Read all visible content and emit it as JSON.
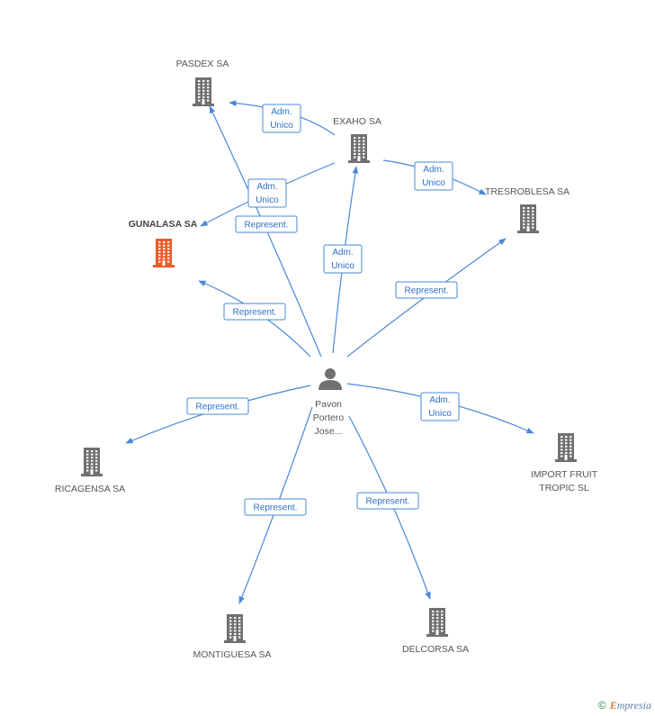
{
  "graph": {
    "person": {
      "name_lines": [
        "Pavon",
        "Portero",
        "Jose..."
      ],
      "icon": "person-icon"
    },
    "companies": [
      {
        "id": "pasdex",
        "label_lines": [
          "PASDEX SA"
        ],
        "icon": "building-icon",
        "focus": false
      },
      {
        "id": "exaho",
        "label_lines": [
          "EXAHO SA"
        ],
        "icon": "building-icon",
        "focus": false
      },
      {
        "id": "tresroblesa",
        "label_lines": [
          "TRESROBLESA SA"
        ],
        "icon": "building-icon",
        "focus": false
      },
      {
        "id": "gunalasa",
        "label_lines": [
          "GUNALASA SA"
        ],
        "icon": "building-icon",
        "focus": true
      },
      {
        "id": "import_fruit",
        "label_lines": [
          "IMPORT FRUIT",
          "TROPIC SL"
        ],
        "icon": "building-icon",
        "focus": false
      },
      {
        "id": "ricagensa",
        "label_lines": [
          "RICAGENSA SA"
        ],
        "icon": "building-icon",
        "focus": false
      },
      {
        "id": "montiguesa",
        "label_lines": [
          "MONTIGUESA SA"
        ],
        "icon": "building-icon",
        "focus": false
      },
      {
        "id": "delcorsa",
        "label_lines": [
          "DELCORSA SA"
        ],
        "icon": "building-icon",
        "focus": false
      }
    ],
    "edges": [
      {
        "id": "exaho-pasdex",
        "label_lines": [
          "Adm.",
          "Unico"
        ]
      },
      {
        "id": "exaho-gunalasa",
        "label_lines": [
          "Adm.",
          "Unico"
        ]
      },
      {
        "id": "exaho-tresroblesa",
        "label_lines": [
          "Adm.",
          "Unico"
        ]
      },
      {
        "id": "person-pasdex",
        "label_lines": [
          "Represent."
        ]
      },
      {
        "id": "person-exaho",
        "label_lines": [
          "Adm.",
          "Unico"
        ]
      },
      {
        "id": "person-gunalasa",
        "label_lines": [
          "Represent."
        ]
      },
      {
        "id": "person-tresroblesa",
        "label_lines": [
          "Represent."
        ]
      },
      {
        "id": "person-ricagensa",
        "label_lines": [
          "Represent."
        ]
      },
      {
        "id": "person-import_fruit",
        "label_lines": [
          "Adm.",
          "Unico"
        ]
      },
      {
        "id": "person-montiguesa",
        "label_lines": [
          "Represent."
        ]
      },
      {
        "id": "person-delcorsa",
        "label_lines": [
          "Represent."
        ]
      }
    ],
    "colors": {
      "edge": "#4a88d8",
      "building": "#707070",
      "focus_building": "#f05a28",
      "person": "#707070"
    }
  },
  "footer": {
    "copyright": "©",
    "brand_e": "E",
    "brand_rest": "mpresia"
  }
}
